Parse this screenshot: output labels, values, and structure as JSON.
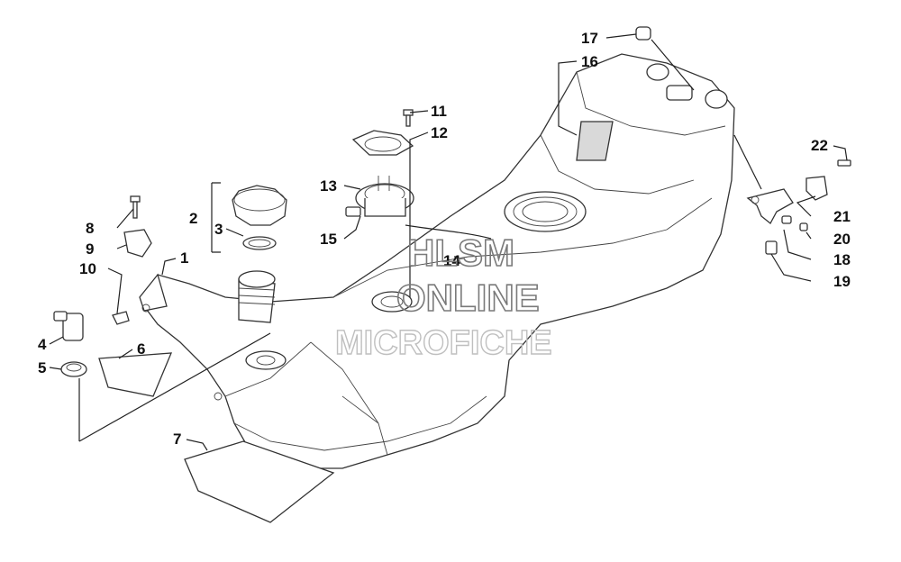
{
  "callouts": [
    {
      "id": "1",
      "label": "1"
    },
    {
      "id": "2",
      "label": "2"
    },
    {
      "id": "3",
      "label": "3"
    },
    {
      "id": "4",
      "label": "4"
    },
    {
      "id": "5",
      "label": "5"
    },
    {
      "id": "6",
      "label": "6"
    },
    {
      "id": "7",
      "label": "7"
    },
    {
      "id": "8",
      "label": "8"
    },
    {
      "id": "9",
      "label": "9"
    },
    {
      "id": "10",
      "label": "10"
    },
    {
      "id": "11",
      "label": "11"
    },
    {
      "id": "12",
      "label": "12"
    },
    {
      "id": "13",
      "label": "13"
    },
    {
      "id": "14",
      "label": "14"
    },
    {
      "id": "15",
      "label": "15"
    },
    {
      "id": "16",
      "label": "16"
    },
    {
      "id": "17",
      "label": "17"
    },
    {
      "id": "18",
      "label": "18"
    },
    {
      "id": "19",
      "label": "19"
    },
    {
      "id": "20",
      "label": "20"
    },
    {
      "id": "21",
      "label": "21"
    },
    {
      "id": "22",
      "label": "22"
    }
  ],
  "watermark": {
    "line1": "HLSM",
    "line2": "ONLINE",
    "line3": "MICROFICHE"
  }
}
